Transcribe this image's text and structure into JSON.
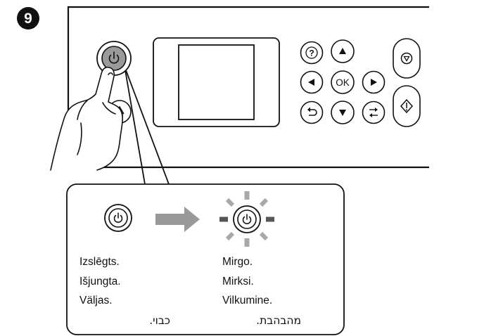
{
  "step": {
    "number": "9"
  },
  "panel": {
    "ok_label": "OK",
    "icons": [
      "power-icon",
      "home-icon",
      "help-icon",
      "arrow-up-icon",
      "arrow-left-icon",
      "arrow-right-icon",
      "arrow-down-icon",
      "back-icon",
      "swap-icon",
      "stop-icon",
      "start-icon"
    ]
  },
  "callout": {
    "off_state": {
      "icon": "power-icon",
      "labels": [
        "Izslēgts.",
        "Išjungta.",
        "Väljas."
      ],
      "label_he": "כבוי."
    },
    "arrow_icon": "arrow-right-icon",
    "on_state": {
      "icon": "power-icon-flashing",
      "labels": [
        "Mirgo.",
        "Mirksi.",
        "Vilkumine."
      ],
      "label_he": "מהבהבת."
    }
  },
  "colors": {
    "ink": "#111111",
    "power_button_gray": "#9a9a9a",
    "arrow_gray": "#999999",
    "flash_ray_gray": "#a8a8a8",
    "flash_ray_dark": "#555555"
  }
}
